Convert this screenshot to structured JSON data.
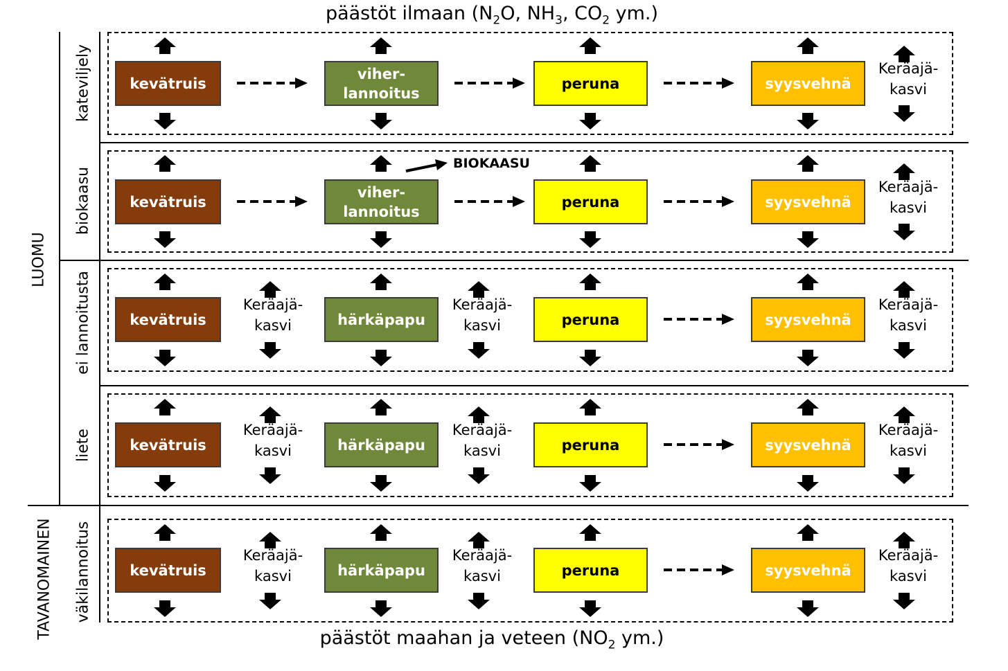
{
  "title_top": {
    "prefix": "päästöt ilmaan (N",
    "n2o_sub": "2",
    "mid1": "O, NH",
    "nh3_sub": "3",
    "mid2": ", CO",
    "co2_sub": "2",
    "suffix": " ym.)"
  },
  "title_bottom": {
    "prefix": "päästöt maahan ja veteen (NO",
    "no2_sub": "2",
    "suffix": " ym.)"
  },
  "groups": {
    "luomu": "LUOMU",
    "tavanomainen": "TAVANOMAINEN"
  },
  "catch_crop": {
    "line1": "Keräajä-",
    "line2": "kasvi"
  },
  "biokaasu_output": "BIOKAASU",
  "colors": {
    "kevatruis": "#843c0c",
    "green": "#70883a",
    "peruna": "#ffff00",
    "syysvehna": "#ffc000"
  },
  "rows": [
    {
      "label": "kateviljely",
      "crops": [
        "kevätruis",
        "viher-\nlannoitus",
        "peruna",
        "syysvehnä"
      ]
    },
    {
      "label": "biokaasu",
      "crops": [
        "kevätruis",
        "viher-\nlannoitus",
        "peruna",
        "syysvehnä"
      ]
    },
    {
      "label": "ei lannoitusta",
      "crops": [
        "kevätruis",
        "härkäpapu",
        "peruna",
        "syysvehnä"
      ]
    },
    {
      "label": "liete",
      "crops": [
        "kevätruis",
        "härkäpapu",
        "peruna",
        "syysvehnä"
      ]
    },
    {
      "label": "väkilannoitus",
      "crops": [
        "kevätruis",
        "härkäpapu",
        "peruna",
        "syysvehnä"
      ]
    }
  ]
}
